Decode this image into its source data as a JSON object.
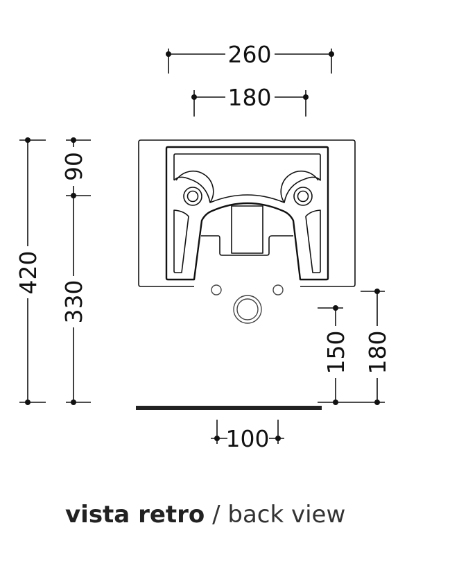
{
  "dimensions": {
    "width_total": "260",
    "width_inner": "180",
    "height_total": "420",
    "height_top": "90",
    "height_lower": "330",
    "right_outer": "180",
    "right_inner": "150",
    "bottom_spacing": "100"
  },
  "caption": {
    "primary": "vista retro",
    "separator": " / ",
    "secondary": "back view"
  },
  "colors": {
    "line": "#111111",
    "floor": "#222222"
  }
}
